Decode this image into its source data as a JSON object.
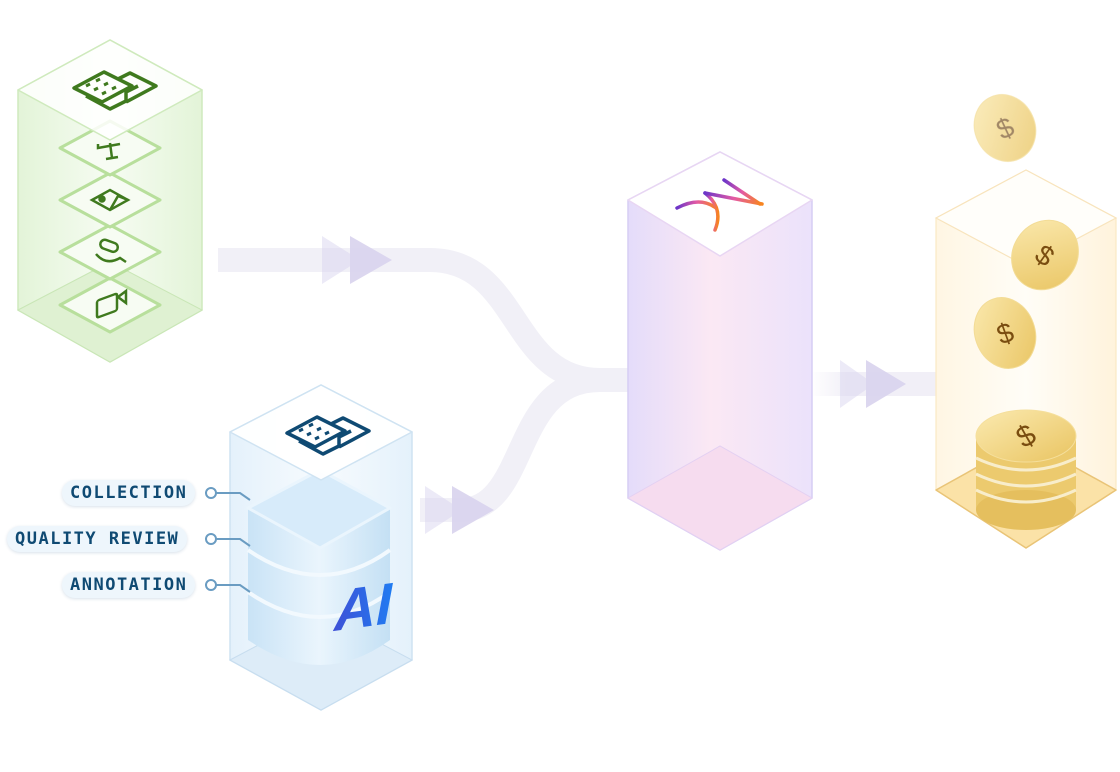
{
  "diagram": {
    "title": "Enterprise data to AI value pipeline",
    "nodes": [
      {
        "id": "enterprise-data-stack",
        "icon": "building-icon",
        "layers": [
          "text-icon",
          "image-icon",
          "microphone-icon",
          "video-camera-icon"
        ],
        "color": "#3f7a1e"
      },
      {
        "id": "ai-data-stack",
        "icon": "building-icon",
        "badge": "AI",
        "color": "#0f4a73"
      },
      {
        "id": "platform-tower",
        "icon": "logo-icon",
        "color": "#b48cf0"
      },
      {
        "id": "revenue-stack",
        "icon": "coin-stack-icon",
        "coins": [
          "$",
          "$",
          "$",
          "$"
        ],
        "color": "#e8c255"
      }
    ],
    "labels": [
      "COLLECTION",
      "QUALITY REVIEW",
      "ANNOTATION"
    ],
    "ai_badge": "AI",
    "currency_symbol": "$",
    "edges": [
      {
        "from": "enterprise-data-stack",
        "to": "platform-tower"
      },
      {
        "from": "ai-data-stack",
        "to": "platform-tower"
      },
      {
        "from": "platform-tower",
        "to": "revenue-stack"
      }
    ]
  }
}
